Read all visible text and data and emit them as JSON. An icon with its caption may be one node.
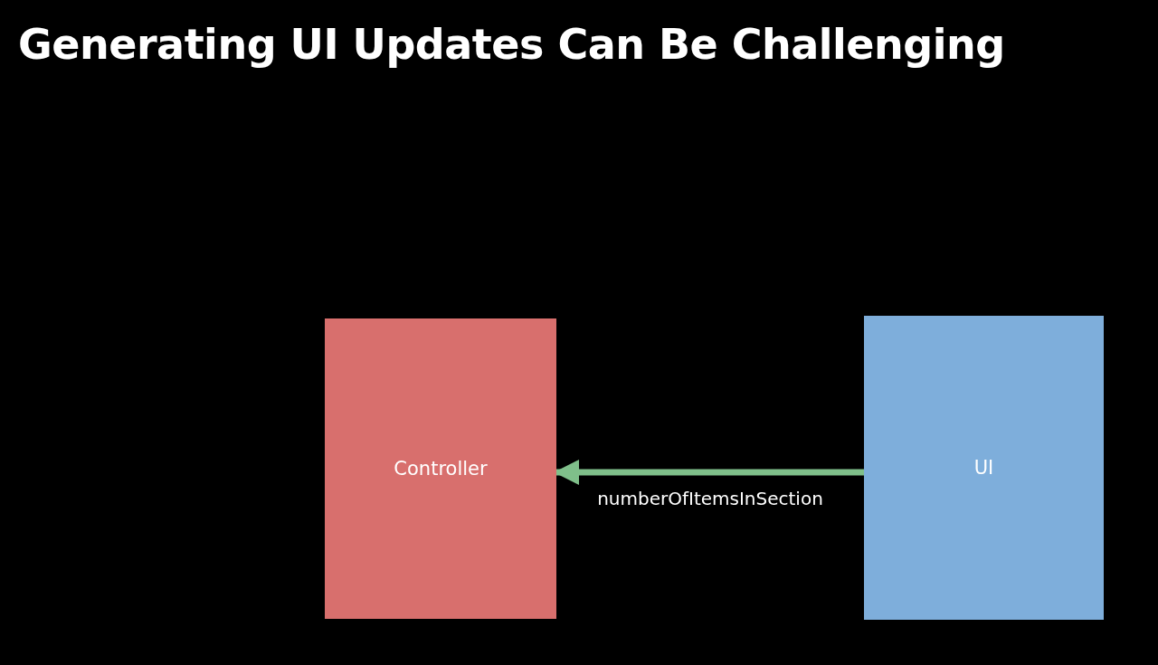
{
  "diagram": {
    "title": "Generating UI Updates Can Be Challenging",
    "nodes": [
      {
        "text": [
          "Controller"
        ]
      },
      {
        "text": [
          "UI"
        ]
      }
    ],
    "edges": [
      {
        "from": 1,
        "to": 0,
        "arrow": "to",
        "label": "numberOfItemsInSection",
        "color": "#7fbf8a"
      }
    ]
  }
}
